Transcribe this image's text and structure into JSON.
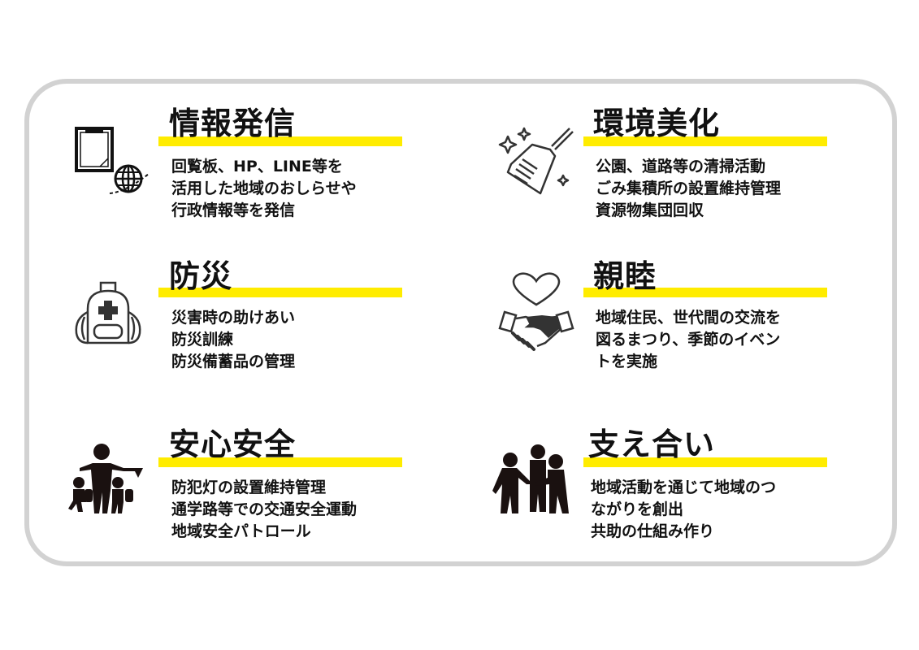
{
  "accent_color": "#ffec00",
  "border_color": "#d2d2d2",
  "sections": [
    {
      "key": "info",
      "icon": "clipboard-globe-icon",
      "title": "情報発信",
      "lines": [
        "回覧板、HP、LINE等を",
        "活用した地域のおしらせや",
        "行政情報等を発信"
      ]
    },
    {
      "key": "environment",
      "icon": "broom-sparkle-icon",
      "title": "環境美化",
      "lines": [
        "公園、道路等の清掃活動",
        "ごみ集積所の設置維持管理",
        "資源物集団回収"
      ]
    },
    {
      "key": "disaster",
      "icon": "emergency-backpack-icon",
      "title": "防災",
      "lines": [
        "災害時の助けあい",
        "防災訓練",
        "防災備蓄品の管理"
      ]
    },
    {
      "key": "friendship",
      "icon": "heart-handshake-icon",
      "title": "親睦",
      "lines": [
        "地域住民、世代間の交流を",
        "図るまつり、季節のイベン",
        "トを実施"
      ]
    },
    {
      "key": "safety",
      "icon": "crossing-guard-children-icon",
      "title": "安心安全",
      "lines": [
        "防犯灯の設置維持管理",
        "通学路等での交通安全運動",
        "地域安全パトロール"
      ]
    },
    {
      "key": "support",
      "icon": "people-joining-hands-icon",
      "title": "支え合い",
      "lines": [
        "地域活動を通じて地域のつ",
        "ながりを創出",
        "共助の仕組み作り"
      ]
    }
  ]
}
